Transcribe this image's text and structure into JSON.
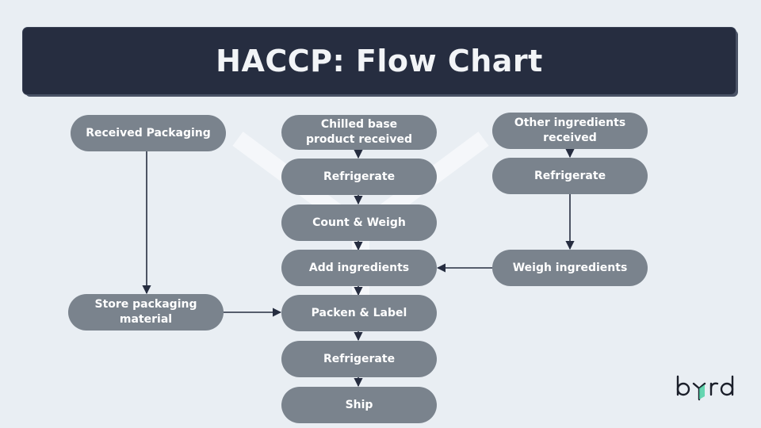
{
  "title": "HACCP: Flow Chart",
  "colors": {
    "background": "#e9eef3",
    "title_bar": "#262d40",
    "node_fill": "#7a838d",
    "arrow": "#262d40",
    "logo_accent": "#4fd1a5"
  },
  "nodes": {
    "received_packaging": "Received Packaging",
    "chilled_base": "Chilled base product received",
    "other_ingredients": "Other ingredients received",
    "refrigerate_1": "Refrigerate",
    "refrigerate_2": "Refrigerate",
    "count_weigh": "Count & Weigh",
    "add_ingredients": "Add ingredients",
    "weigh_ingredients": "Weigh ingredients",
    "store_packaging": "Store packaging material",
    "packen_label": "Packen & Label",
    "refrigerate_3": "Refrigerate",
    "ship": "Ship"
  },
  "edges": [
    {
      "from": "received_packaging",
      "to": "store_packaging"
    },
    {
      "from": "store_packaging",
      "to": "packen_label"
    },
    {
      "from": "chilled_base",
      "to": "refrigerate_1"
    },
    {
      "from": "refrigerate_1",
      "to": "count_weigh"
    },
    {
      "from": "count_weigh",
      "to": "add_ingredients"
    },
    {
      "from": "add_ingredients",
      "to": "packen_label"
    },
    {
      "from": "packen_label",
      "to": "refrigerate_3"
    },
    {
      "from": "refrigerate_3",
      "to": "ship"
    },
    {
      "from": "other_ingredients",
      "to": "refrigerate_2"
    },
    {
      "from": "refrigerate_2",
      "to": "weigh_ingredients"
    },
    {
      "from": "weigh_ingredients",
      "to": "add_ingredients"
    }
  ],
  "logo": "byrd"
}
